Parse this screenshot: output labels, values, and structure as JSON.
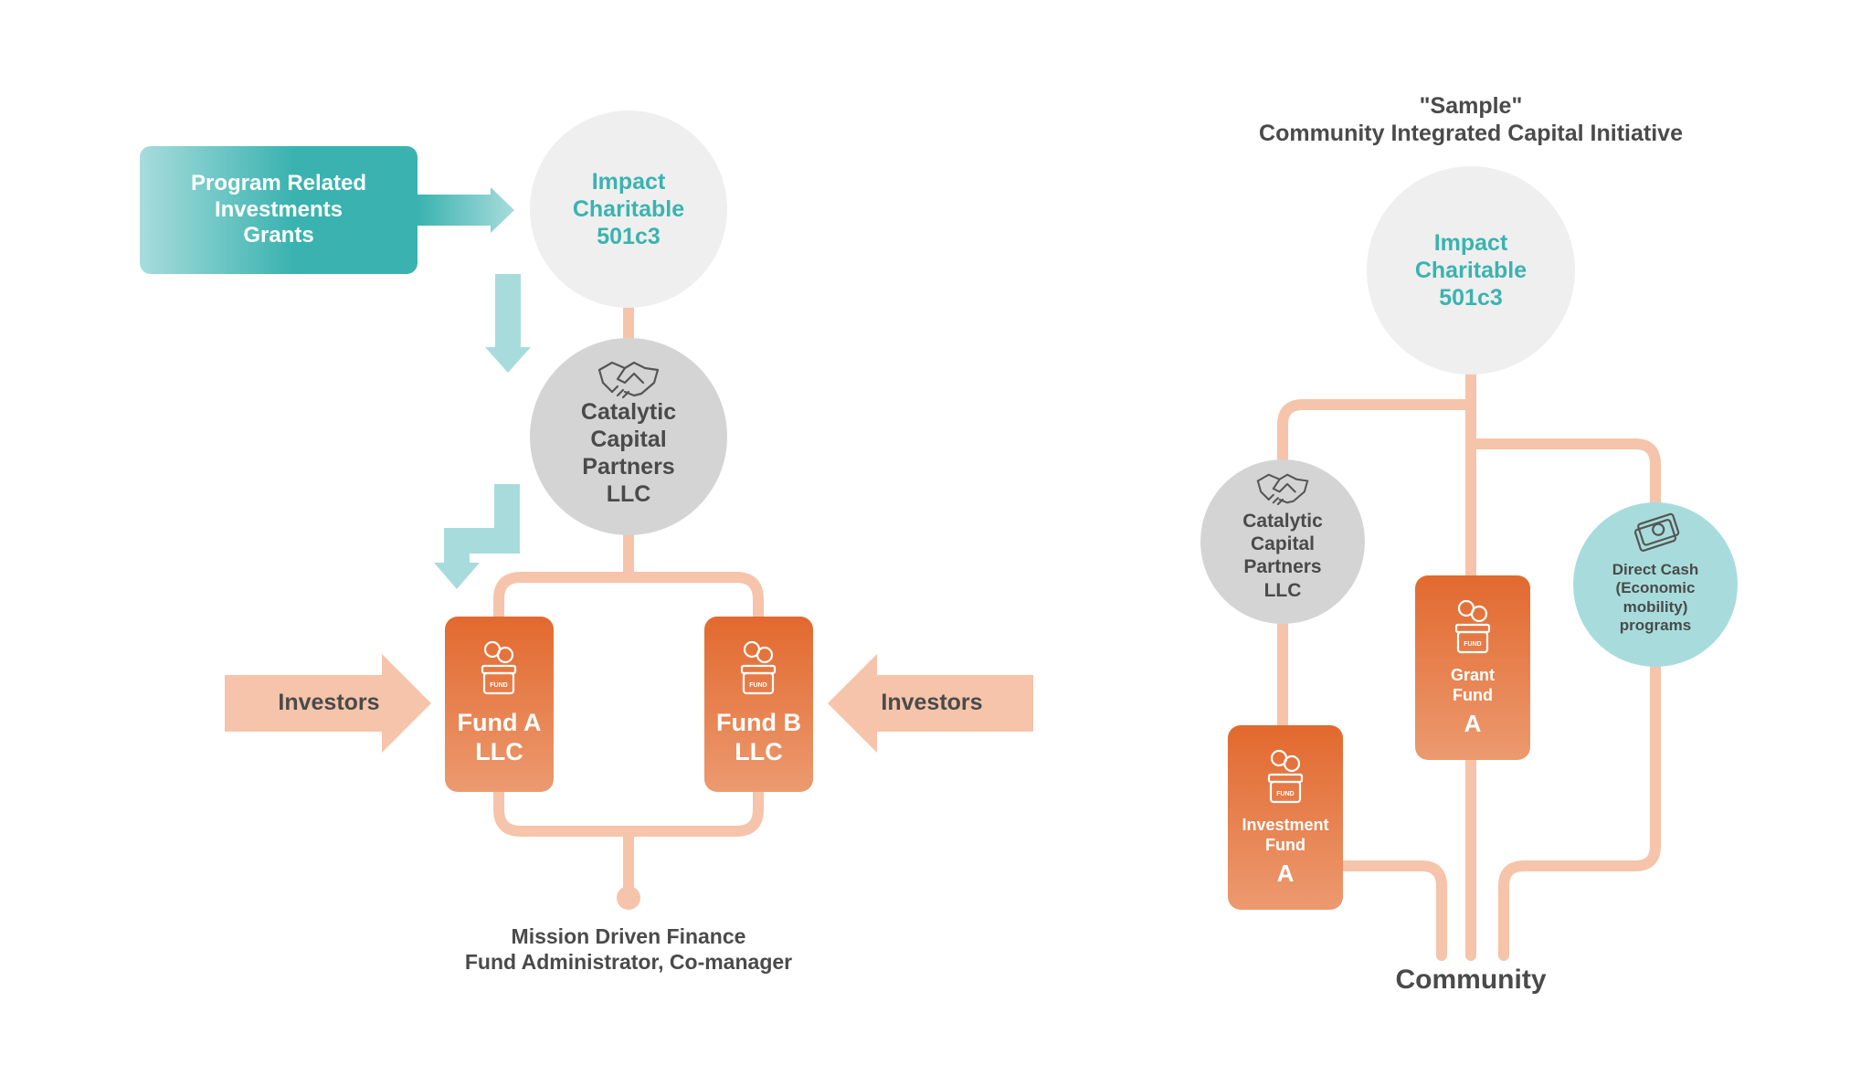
{
  "left": {
    "prog_box": {
      "lines": [
        "Program Related",
        "Investments",
        "Grants"
      ]
    },
    "impact": {
      "lines": [
        "Impact",
        "Charitable",
        "501c3"
      ]
    },
    "ccp": {
      "lines": [
        "Catalytic",
        "Capital",
        "Partners",
        "LLC"
      ],
      "icon": "handshake-icon"
    },
    "fund_a": {
      "lines": [
        "Fund A",
        "LLC"
      ],
      "icon": "fund-jar-icon"
    },
    "fund_b": {
      "lines": [
        "Fund B",
        "LLC"
      ],
      "icon": "fund-jar-icon"
    },
    "investors_left": "Investors",
    "investors_right": "Investors",
    "admin_lines": [
      "Mission Driven Finance",
      "Fund Administrator, Co-manager"
    ]
  },
  "right": {
    "title_line1": "\"Sample\"",
    "title_line2": "Community Integrated Capital Initiative",
    "impact": {
      "lines": [
        "Impact",
        "Charitable",
        "501c3"
      ]
    },
    "ccp": {
      "lines": [
        "Catalytic",
        "Capital",
        "Partners",
        "LLC"
      ],
      "icon": "handshake-icon"
    },
    "grant_fund": {
      "lines": [
        "Grant",
        "Fund"
      ],
      "letter": "A",
      "icon": "fund-jar-icon"
    },
    "direct_cash": {
      "lines": [
        "Direct Cash",
        "(Economic",
        "mobility)",
        "programs"
      ],
      "icon": "cash-icon"
    },
    "investment_fund": {
      "lines": [
        "Investment",
        "Fund"
      ],
      "letter": "A",
      "icon": "fund-jar-icon"
    },
    "community": "Community"
  },
  "colors": {
    "teal": "#3ab3b0",
    "teal_light": "#a8dcdc",
    "orange_dark": "#e2692e",
    "orange_light": "#ea9366",
    "peach": "#f5c4aa",
    "gray_light": "#efefef",
    "gray_mid": "#d4d4d4",
    "text_dark": "#4a4a4a"
  }
}
